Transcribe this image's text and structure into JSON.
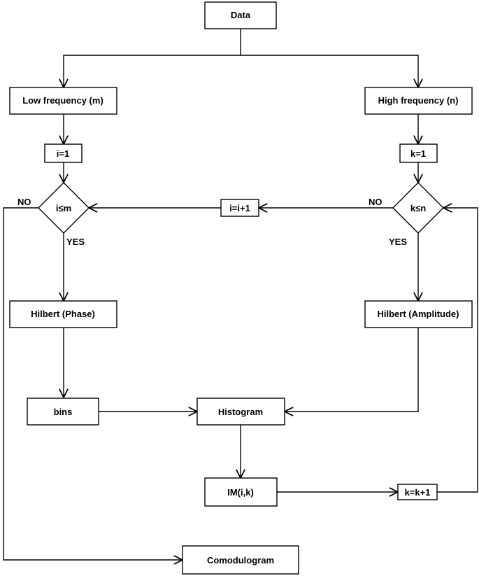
{
  "nodes": {
    "data": "Data",
    "low_freq": "Low frequency (m)",
    "high_freq": "High frequency (n)",
    "i_init": "i=1",
    "k_init": "k=1",
    "i_cond": "i≤m",
    "k_cond": "k≤n",
    "i_inc": "i=i+1",
    "k_inc": "k=k+1",
    "hilbert_phase": "Hilbert (Phase)",
    "hilbert_amp": "Hilbert (Amplitude)",
    "bins": "bins",
    "histogram": "Histogram",
    "im": "IM(i,k)",
    "comodulogram": "Comodulogram"
  },
  "edges": {
    "no_left": "NO",
    "yes_left": "YES",
    "no_right": "NO",
    "yes_right": "YES"
  }
}
